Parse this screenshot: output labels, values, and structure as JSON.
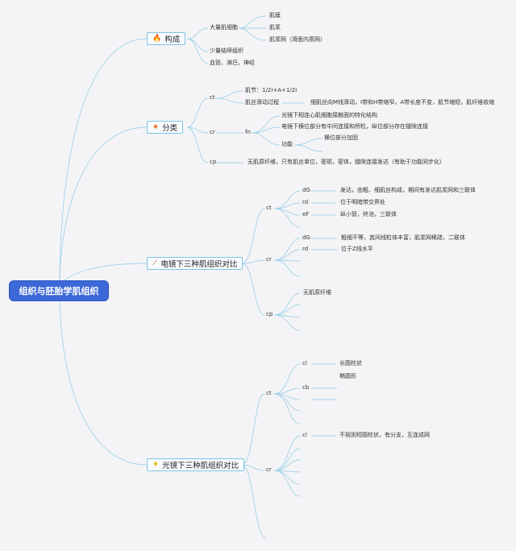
{
  "root": "组织与胚胎学肌组织",
  "branch1": {
    "label": "构成",
    "icon": "fire-icon",
    "items": [
      "大量肌细胞",
      "少量结缔组织",
      "血管、淋巴、神经"
    ],
    "sub": [
      "肌膜",
      "肌浆",
      "肌浆网（滑面内质网）"
    ]
  },
  "branch2": {
    "label": "分类",
    "icon": "star-icon",
    "ct": "ct",
    "ct_items": [
      "肌节：1/2I+A+1/2I",
      "肌丝滑动过程"
    ],
    "ct_detail": "细肌丝向M线滑动，I带和H带缩窄，A带长度不变，肌节缩短，肌纤维收缩",
    "cr": "cr",
    "fn": "fn",
    "fn_items": [
      "光镜下相连心肌细胞接触面的特化结构",
      "电镜下横位部分有中间连接和桥粒，纵位部分存在缝隙连接",
      "功能"
    ],
    "fn_detail": "横位部分加固",
    "cp": "cp",
    "cp_detail": "无肌原纤维，只有肌丝单位，密斑，密体，缝隙连接发达（有助于功能同步化）"
  },
  "branch3": {
    "label": "电镜下三种肌组织对比",
    "icon": "wand-icon",
    "g1": "ct",
    "g1_items": [
      [
        "dG",
        "发达，由粗、细肌丝构成，期间有发达肌浆网和三联体"
      ],
      [
        "rd",
        "位于明暗带交界处"
      ],
      [
        "eF",
        "纵小管，终池，三联体"
      ]
    ],
    "g2": "cr",
    "g2_items": [
      [
        "dG",
        "粗细不等，其间线粒体丰富，肌浆网稀疏，二联体"
      ],
      [
        "rd",
        "位于Z线水平"
      ]
    ],
    "g3": "cp",
    "g3_items": [
      "无肌原纤维"
    ]
  },
  "branch4": {
    "label": "光镜下三种肌组织对比",
    "icon": "bulb-icon",
    "g1": "ct",
    "g1_items": [
      [
        "cl",
        "长圆柱状"
      ],
      [
        "cb",
        "椭圆形"
      ]
    ],
    "g2": "cr",
    "g2_items": [
      [
        "cl",
        "不规则短圆柱状，有分支，互连成网"
      ]
    ]
  },
  "colors": {
    "line": "#9fd0e6",
    "root_bg": "#3d68d8",
    "box_border": "#7ec3e0"
  }
}
